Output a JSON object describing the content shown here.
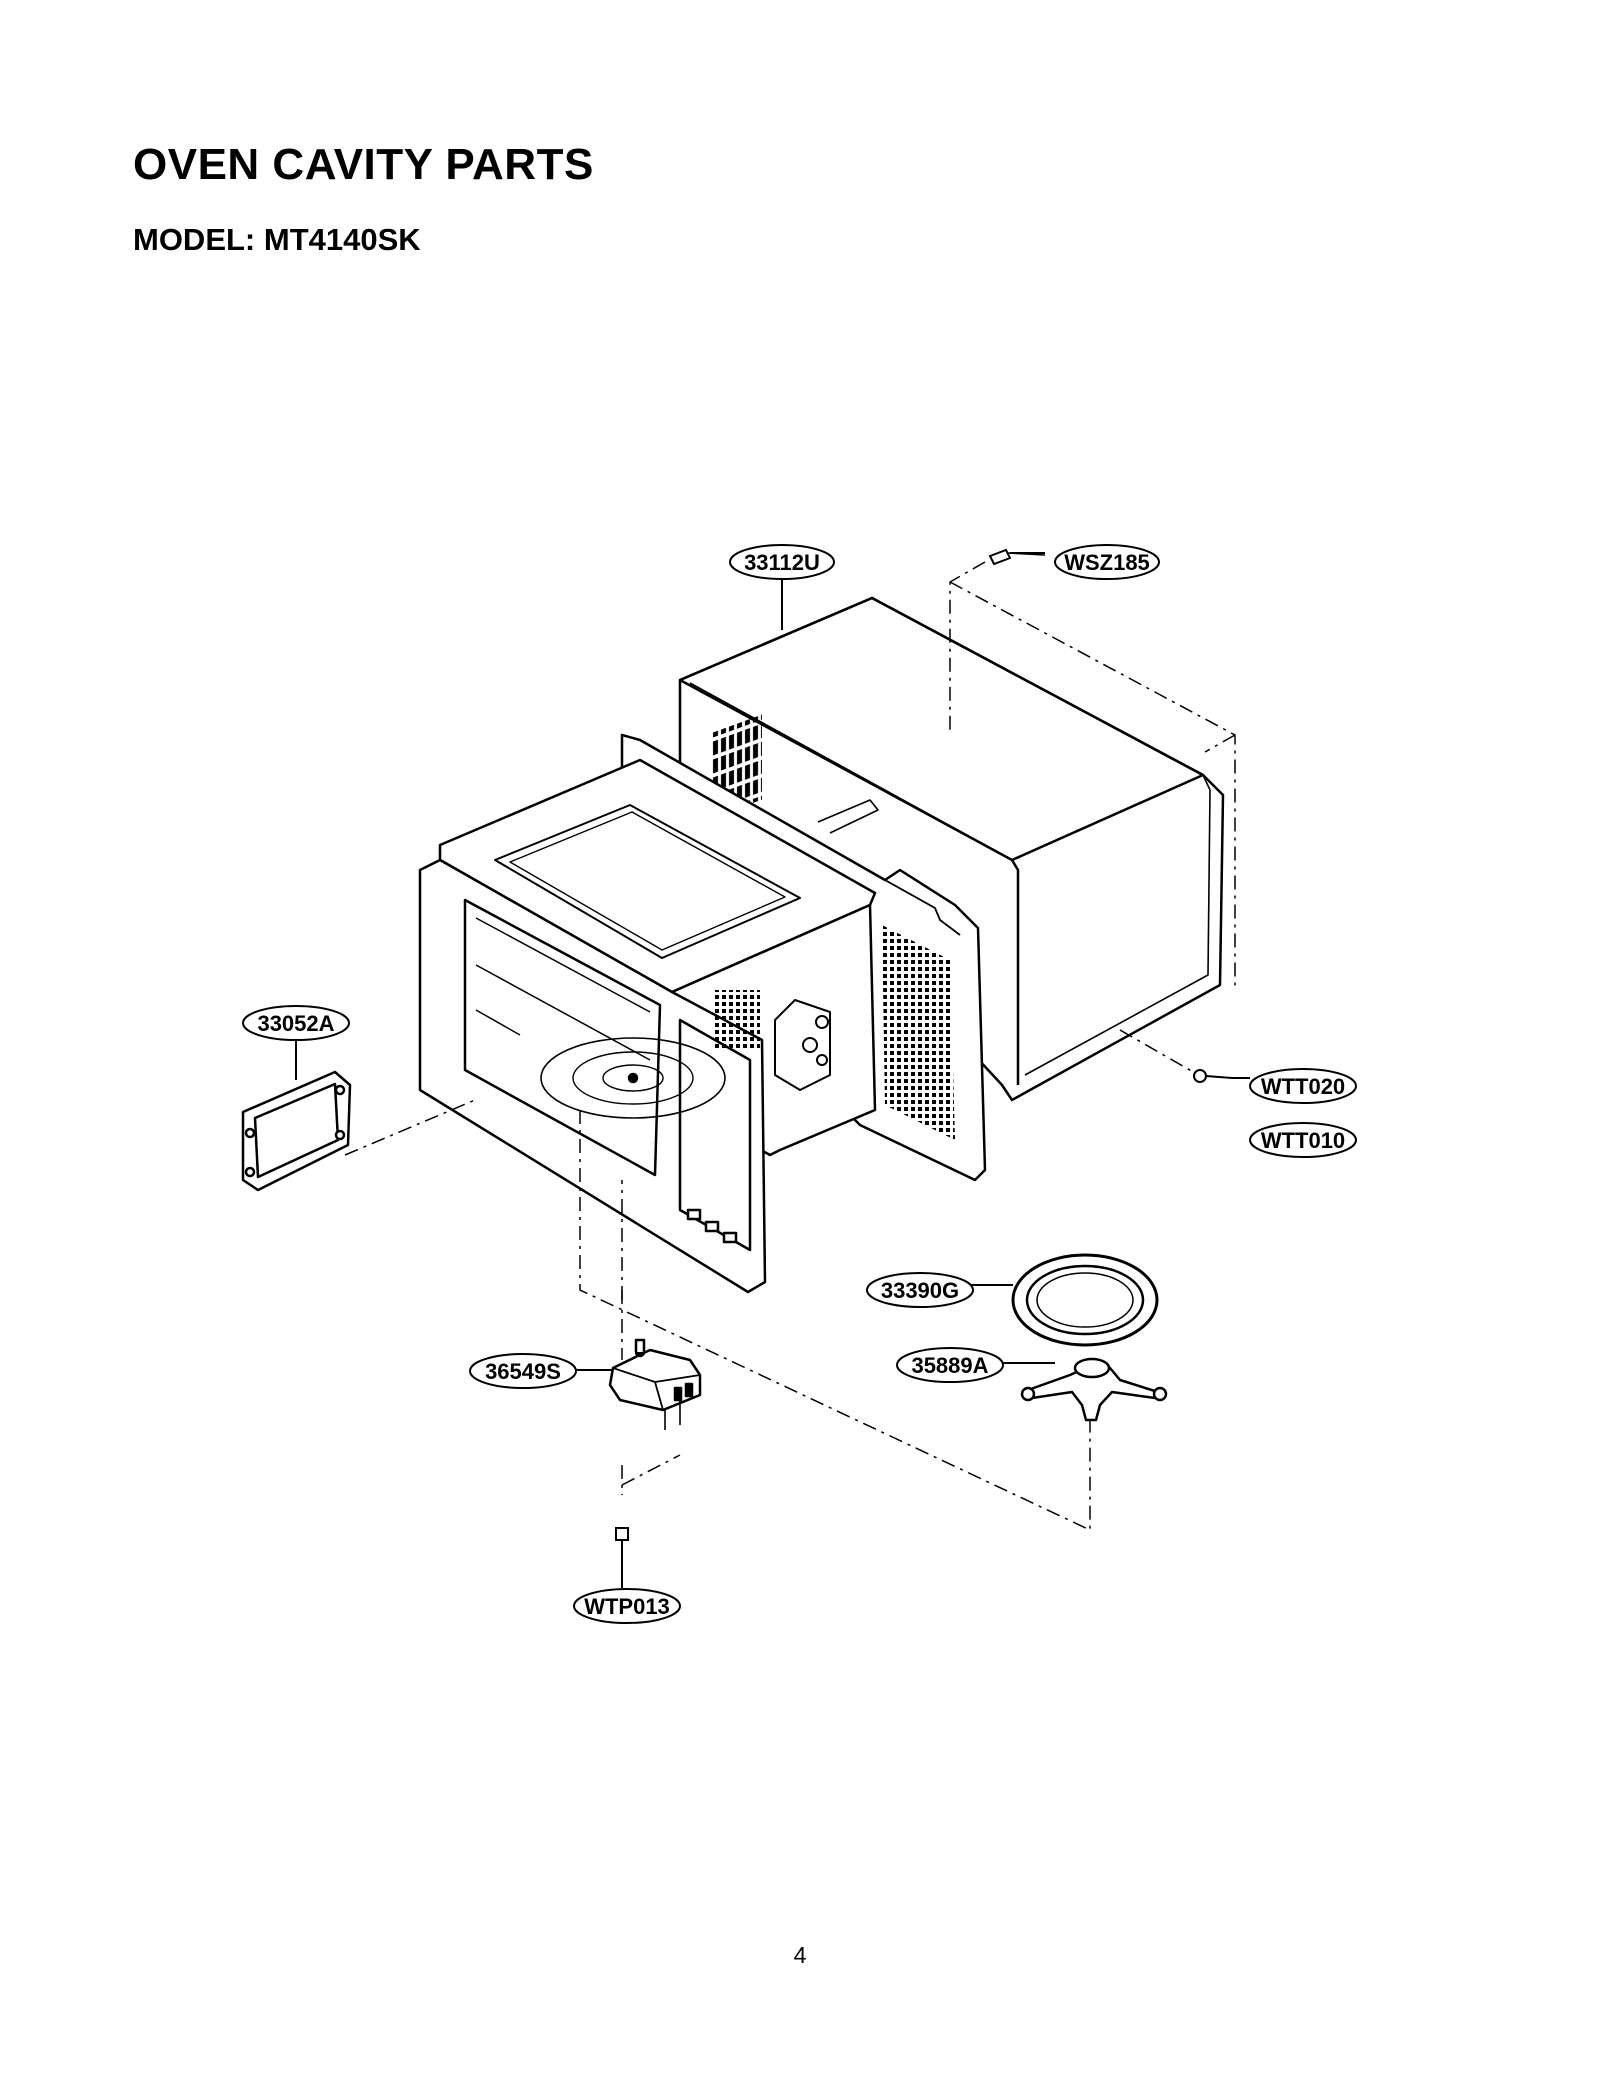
{
  "page": {
    "title": "OVEN CAVITY PARTS",
    "subtitle": "MODEL: MT4140SK",
    "page_number": "4"
  },
  "parts": {
    "cabinet": "33112U",
    "screw_top": "WSZ185",
    "lamp_cover": "33052A",
    "screw_rear": "WTT020",
    "screw_rear_alt": "WTT010",
    "tray": "33390G",
    "roller_guide": "35889A",
    "motor": "36549S",
    "motor_screw": "WTP013"
  }
}
